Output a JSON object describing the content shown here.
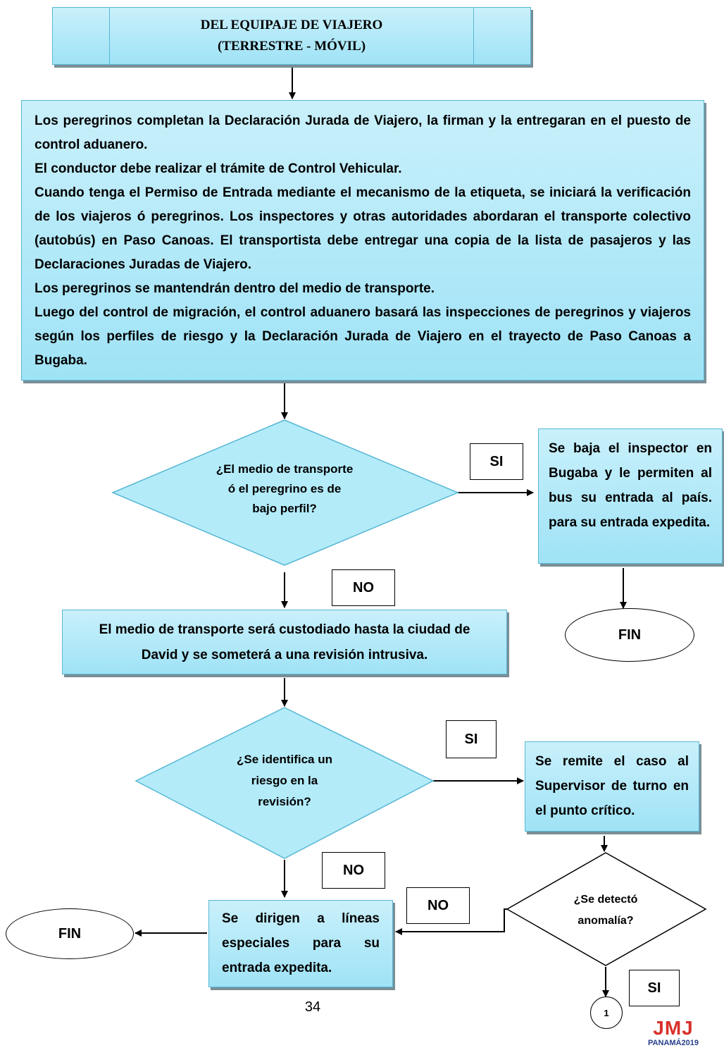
{
  "header": {
    "line1": "DEL EQUIPAJE DE VIAJERO",
    "line2": "(TERRESTRE - MÓVIL)"
  },
  "main_box": {
    "paragraphs": [
      "Los peregrinos completan la Declaración Jurada de Viajero, la firman y la entregaran en el puesto de control aduanero.",
      "El conductor debe realizar el trámite de Control Vehicular.",
      "Cuando tenga el Permiso de Entrada mediante el mecanismo de la etiqueta, se iniciará la verificación de los viajeros ó peregrinos. Los inspectores y otras autoridades abordaran el transporte colectivo (autobús) en Paso Canoas. El transportista debe entregar una copia de la lista de pasajeros y las Declaraciones Juradas de Viajero.",
      "Los peregrinos se mantendrán dentro del medio de transporte.",
      "Luego del control de migración, el control aduanero basará las inspecciones de peregrinos y viajeros según los perfiles de riesgo y la Declaración Jurada de Viajero en el trayecto de Paso Canoas a Bugaba."
    ]
  },
  "decision1": {
    "line1": "¿El medio de transporte",
    "line2": "ó el peregrino es de",
    "line3": "bajo perfil?"
  },
  "si_label_1": "SI",
  "box_bugaba": "Se baja el inspector en Bugaba y le permiten al bus su entrada al país. para su entrada expedita.",
  "fin_right": "FIN",
  "no_label_1": "NO",
  "box_david": {
    "line1": "El medio de transporte será custodiado hasta la ciudad de",
    "line2": "David y se someterá a una revisión intrusiva."
  },
  "decision2": {
    "line1": "¿Se identifica un",
    "line2": "riesgo en la",
    "line3": "revisión?"
  },
  "si_label_2": "SI",
  "box_supervisor": "Se remite el caso al Supervisor de turno en el punto crítico.",
  "no_label_2": "NO",
  "decision3": {
    "line1": "¿Se detectó",
    "line2": "anomalía?"
  },
  "no_label_3": "NO",
  "box_lineas": "Se dirigen a líneas especiales para su entrada expedita.",
  "fin_left": "FIN",
  "si_label_3": "SI",
  "connector_number": "1",
  "page_number": "34",
  "logo": {
    "main": "JMJ",
    "sub": "PANAMÁ2019",
    "color_main": "#d8302a",
    "color_sub": "#27408b"
  },
  "colors": {
    "box_fill_top": "#c9f0fb",
    "box_fill_bottom": "#9fe3f6",
    "box_border": "#58b7d4"
  }
}
